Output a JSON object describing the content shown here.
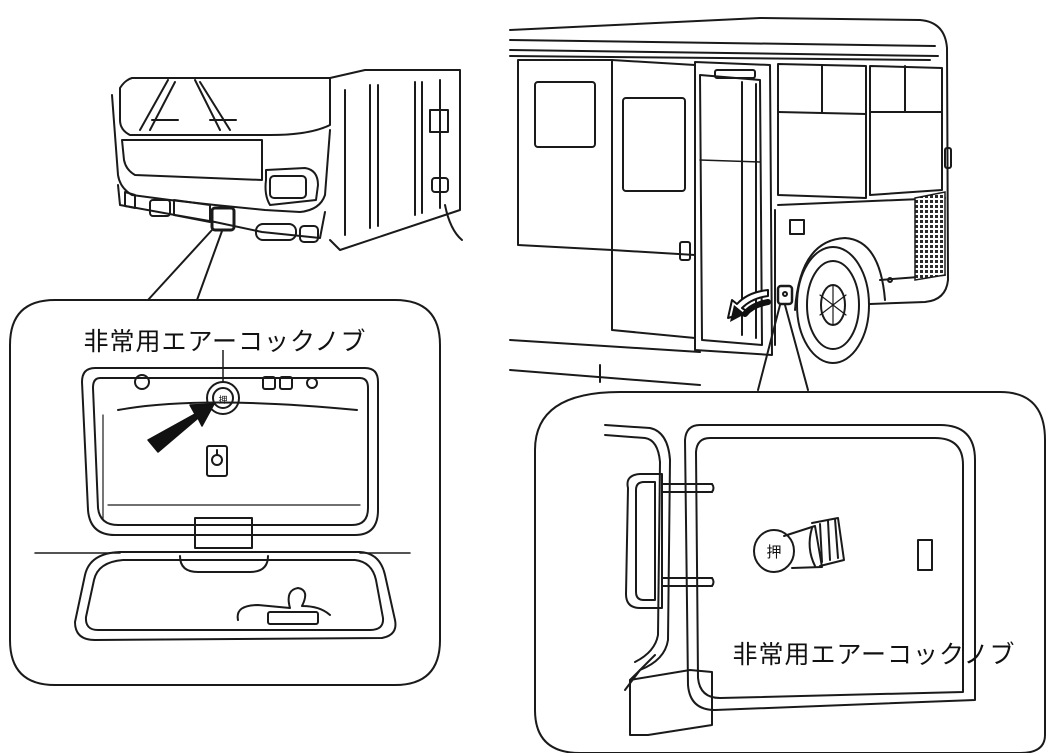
{
  "left_panel": {
    "label": "非常用エアーコックノブ",
    "knob_mark": "押"
  },
  "right_panel": {
    "label": "非常用エアーコックノブ",
    "knob_mark": "押"
  },
  "colors": {
    "line": "#1a1a1a",
    "background": "#ffffff",
    "vent_fill": "#2a2a2a",
    "arrow_fill": "#111111"
  }
}
